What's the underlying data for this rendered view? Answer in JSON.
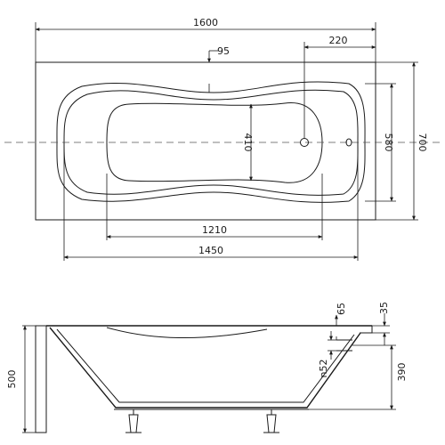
{
  "drawing": {
    "top_view": {
      "total_length": "1600",
      "drain_offset": "220",
      "rim_width": "95",
      "inner_width": "410",
      "inner_length": "1210",
      "bowl_length": "1450",
      "bowl_width": "580",
      "total_width": "700"
    },
    "side_view": {
      "total_height": "500",
      "overflow_offset": "65",
      "rim_thickness": "35",
      "overflow_hole": "n52",
      "overflow_height": "390"
    },
    "colors": {
      "line": "#1a1a1a",
      "center_line": "#555555",
      "background": "#ffffff"
    }
  }
}
